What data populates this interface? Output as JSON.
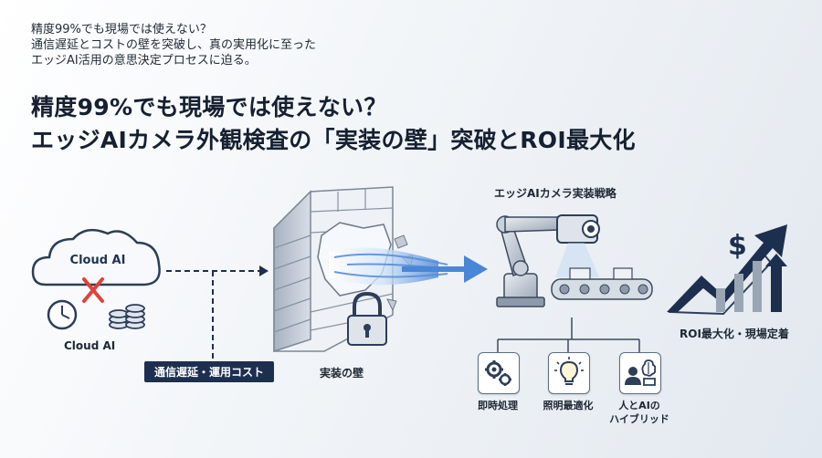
{
  "intro": {
    "line1": "精度99%でも現場では使えない？",
    "line2": "通信遅延とコストの壁を突破し、真の実用化に至った",
    "line3": "エッジAI活用の意思決定プロセスに迫る。"
  },
  "headline": {
    "line1": "精度99%でも現場では使えない？",
    "line2": "エッジAIカメラ外観検査の「実装の壁」突破とROI最大化"
  },
  "cloud": {
    "label": "Cloud AI",
    "caption": "Cloud AI"
  },
  "barrier": {
    "issue_label": "通信遅延・運用コスト",
    "wall_label": "実装の壁"
  },
  "strategy": {
    "title": "エッジAIカメラ実装戦略",
    "features": [
      {
        "label": "即時処理",
        "icon": "gears-icon"
      },
      {
        "label": "照明最適化",
        "icon": "lightbulb-icon"
      },
      {
        "label_line1": "人とAIの",
        "label_line2": "ハイブリッド",
        "icon": "human-ai-icon"
      }
    ]
  },
  "roi": {
    "label": "ROI最大化・現場定着",
    "symbol": "$"
  },
  "colors": {
    "navy": "#1d2f4f",
    "wall": "#c9d1db",
    "cross": "#e0413a",
    "arrow": "#4a86d6"
  }
}
